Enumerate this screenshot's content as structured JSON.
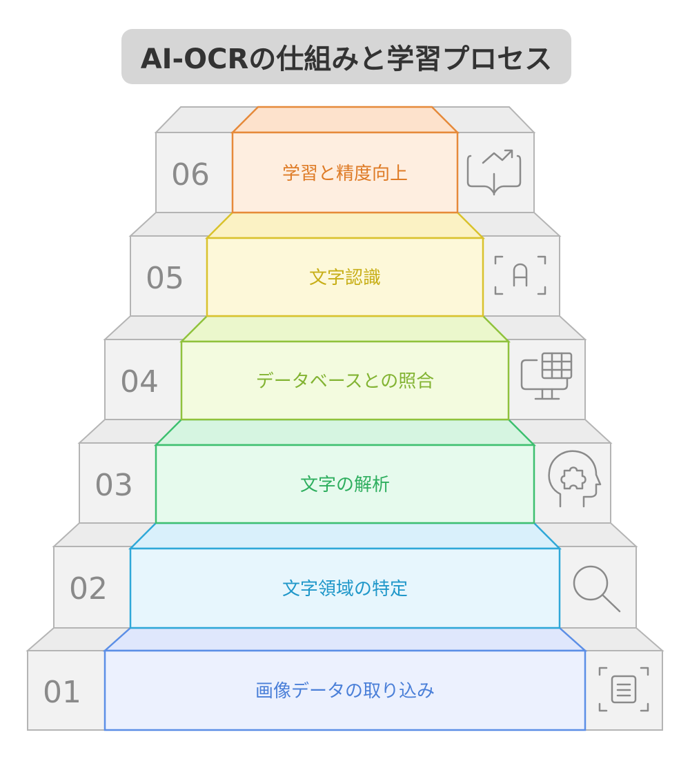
{
  "title": "AI-OCRの仕組みと学習プロセス",
  "steps": [
    {
      "number": "01",
      "label": "画像データの取り込み",
      "color": "#5b8ee6",
      "fill": "#ecf1fe",
      "icon": "document-scan-icon"
    },
    {
      "number": "02",
      "label": "文字領域の特定",
      "color": "#2fa8d8",
      "fill": "#e7f6fd",
      "icon": "magnifier-icon"
    },
    {
      "number": "03",
      "label": "文字の解析",
      "color": "#3dbf6f",
      "fill": "#e6faed",
      "icon": "head-puzzle-icon"
    },
    {
      "number": "04",
      "label": "データベースとの照合",
      "color": "#8fc23c",
      "fill": "#f3fbdf",
      "icon": "monitor-table-icon"
    },
    {
      "number": "05",
      "label": "文字認識",
      "color": "#d9c22c",
      "fill": "#fdf8d9",
      "icon": "letter-scan-icon"
    },
    {
      "number": "06",
      "label": "学習と精度向上",
      "color": "#e68a3a",
      "fill": "#feeee0",
      "icon": "book-growth-icon"
    }
  ]
}
